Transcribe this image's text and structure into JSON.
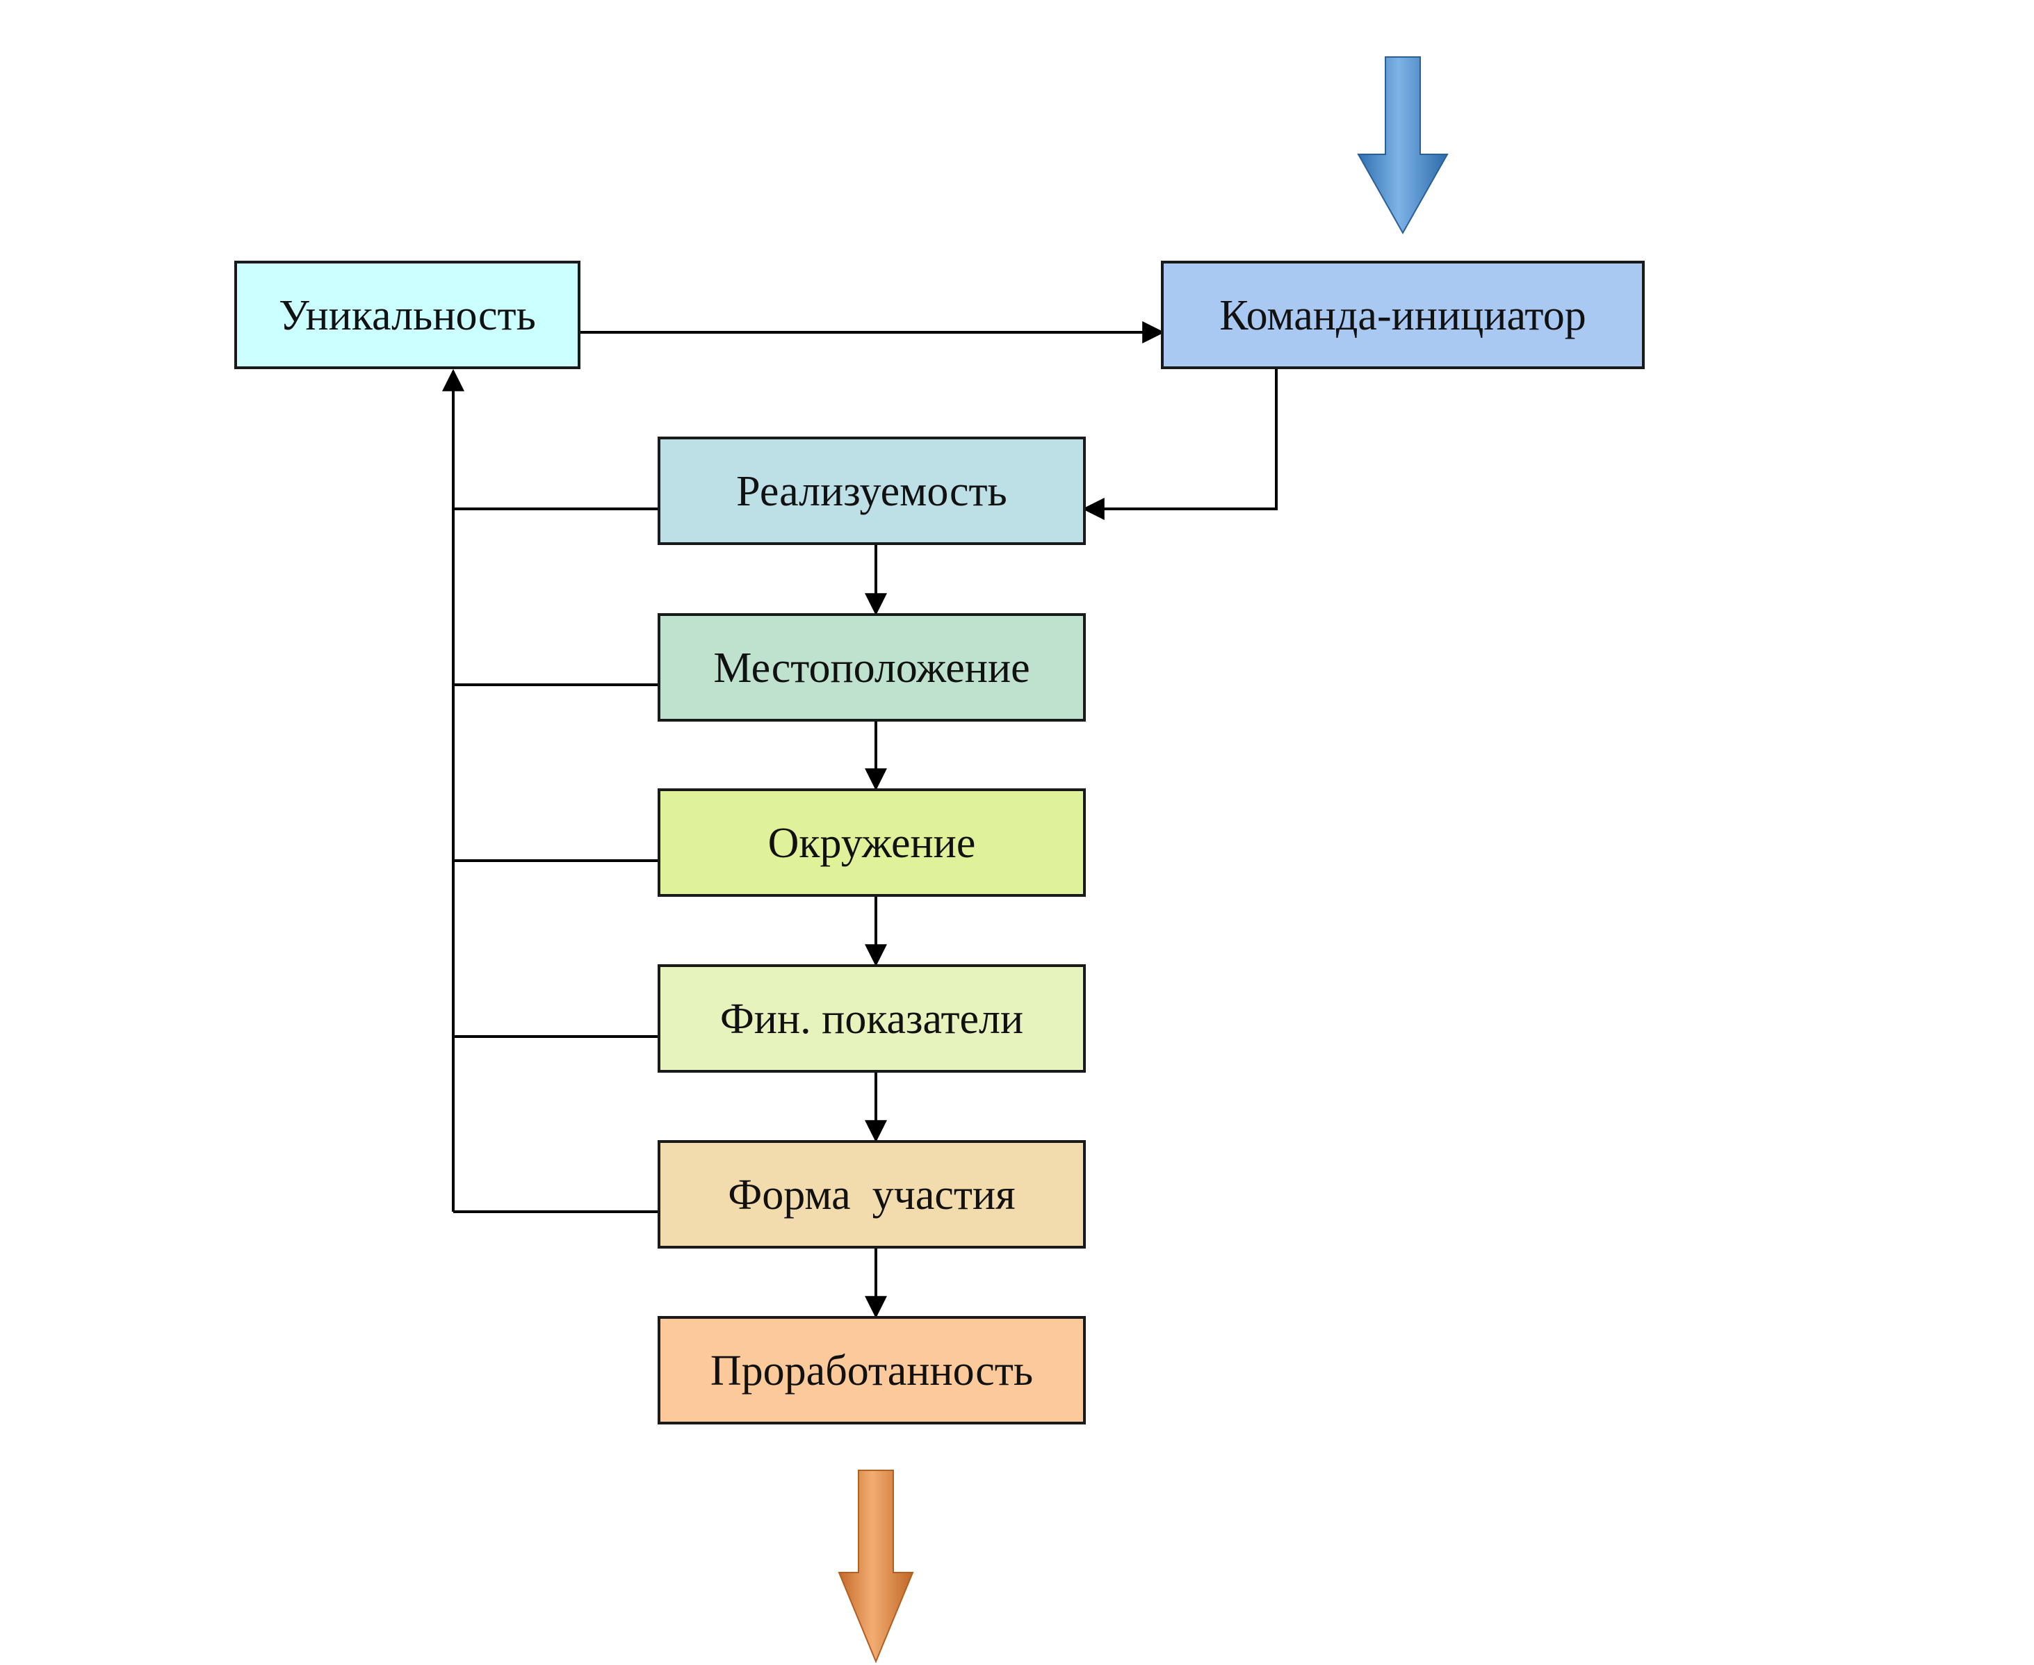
{
  "diagram": {
    "colors": {
      "connector": "#000000",
      "input_arrow": "#3f86c6",
      "output_arrow": "#d98a48"
    },
    "icons": {
      "input_arrow": "down-arrow-icon",
      "output_arrow": "down-arrow-icon"
    },
    "nodes": {
      "uniqueness": {
        "label": "Уникальность",
        "fill": "#ccffff"
      },
      "initiator_team": {
        "label": "Команда-инициатор",
        "fill": "#a9c8f2"
      },
      "feasibility": {
        "label": "Реализуемость",
        "fill": "#bde0e6"
      },
      "location": {
        "label": "Местоположение",
        "fill": "#bfe2cf"
      },
      "environment": {
        "label": "Окружение",
        "fill": "#dff29a"
      },
      "fin_indicators": {
        "label": "Фин. показатели",
        "fill": "#e7f3bd"
      },
      "participation_form": {
        "label": "Форма  участия",
        "fill": "#f2dbac"
      },
      "elaboration": {
        "label": "Проработанность",
        "fill": "#fbc99a"
      }
    }
  }
}
